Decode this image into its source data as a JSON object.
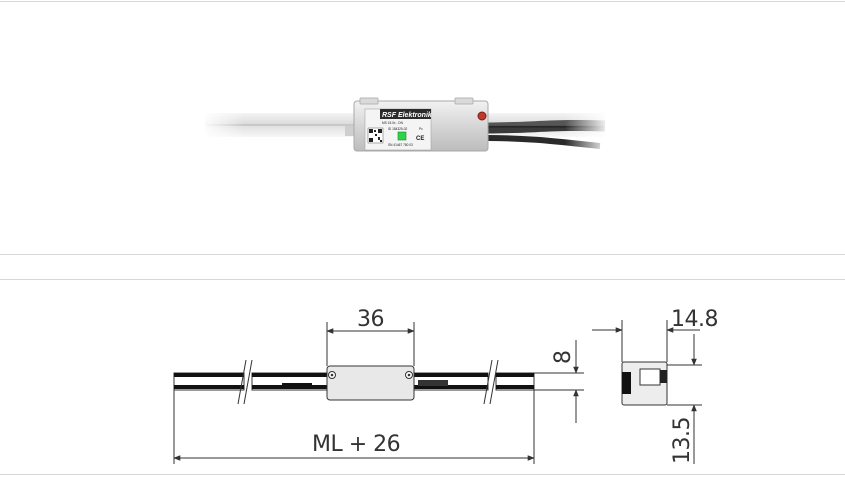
{
  "product": {
    "brand_label": "RSF Elektronik",
    "model_label": "MS 15.0x - DN",
    "id_label": "ID 184325-02",
    "serial_label": "SN 41467 780 03",
    "ce_mark": "CE",
    "pc_label": "Pc"
  },
  "drawing": {
    "dim_top_width": "36",
    "dim_height": "8",
    "dim_side_width": "14.8",
    "dim_side_height": "13.5",
    "dim_total_length": "ML + 26"
  },
  "colors": {
    "rule": "#d8d8d8",
    "line": "#333333",
    "housing": "#e8e8e8",
    "label_bg": "#2b2b2b",
    "led": "#2fd24a",
    "screw": "#c0392b"
  }
}
